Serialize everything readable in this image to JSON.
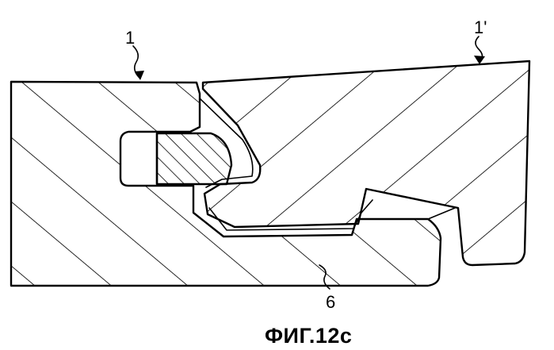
{
  "labels": {
    "part_left": "1",
    "part_right": "1'",
    "part_six": "6"
  },
  "caption": "ФИГ.12c",
  "colors": {
    "line": "#000000",
    "background": "#ffffff"
  }
}
